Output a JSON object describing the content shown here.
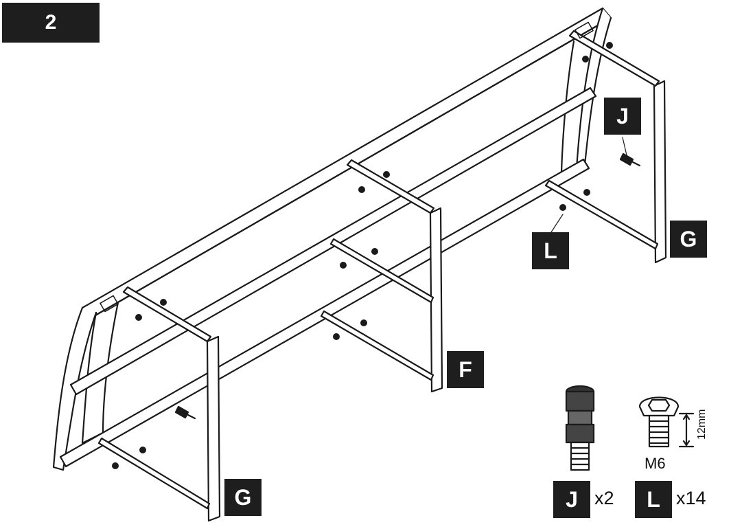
{
  "step": {
    "number": "2"
  },
  "callouts": {
    "J": "J",
    "L": "L",
    "G_right": "G",
    "G_left": "G",
    "F": "F"
  },
  "parts": {
    "J": {
      "letter": "J",
      "quantity": "x2"
    },
    "L": {
      "letter": "L",
      "quantity": "x14",
      "size": "M6",
      "length": "12mm"
    }
  },
  "colors": {
    "label_bg": "#1e1e1e",
    "label_fg": "#ffffff",
    "line": "#1a1a1a"
  }
}
